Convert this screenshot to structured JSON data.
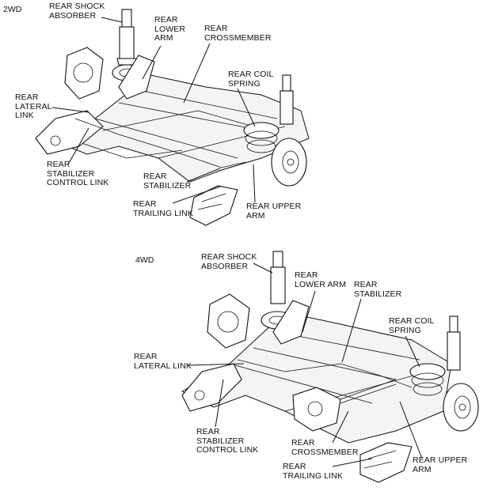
{
  "sections": {
    "top": {
      "heading": "2WD",
      "labels": {
        "shock": "REAR SHOCK\nABSORBER",
        "lower_arm": "REAR\nLOWER\nARM",
        "crossmember": "REAR\nCROSSMEMBER",
        "coil_spring": "REAR COIL\nSPRING",
        "lateral_link": "REAR\nLATERAL\nLINK",
        "stab_control": "REAR\nSTABILIZER\nCONTROL LINK",
        "stabilizer": "REAR\nSTABILIZER",
        "trailing_link": "REAR\nTRAILING LINK",
        "upper_arm": "REAR UPPER\nARM"
      }
    },
    "bottom": {
      "heading": "4WD",
      "labels": {
        "shock": "REAR SHOCK\nABSORBER",
        "lower_arm": "REAR\nLOWER ARM",
        "stabilizer": "REAR\nSTABILIZER",
        "coil_spring": "REAR COIL\nSPRING",
        "lateral_link": "REAR\nLATERAL LINK",
        "stab_control": "REAR\nSTABILIZER\nCONTROL LINK",
        "crossmember": "REAR\nCROSSMEMBER",
        "upper_arm": "REAR UPPER\nARM",
        "trailing_link": "REAR\nTRAILING LINK"
      }
    }
  }
}
